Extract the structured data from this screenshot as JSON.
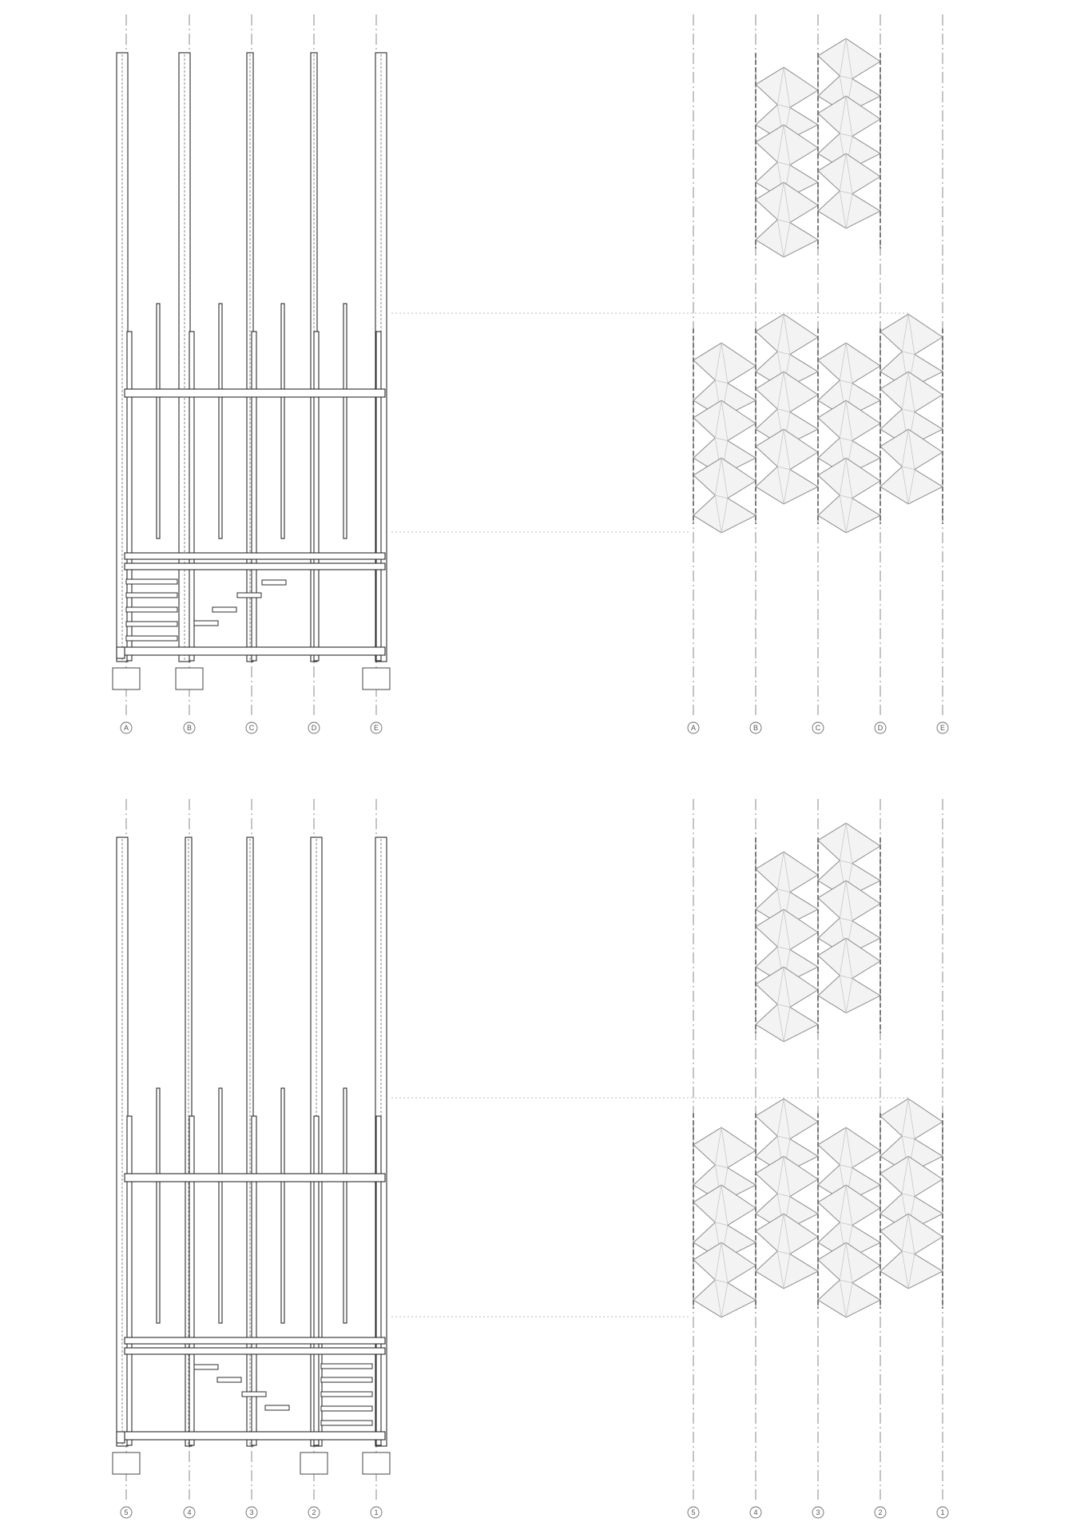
{
  "drawing": {
    "line_color": "#2c2c2c",
    "panel_fill": "#f3f3f3",
    "background": "#ffffff"
  },
  "elevations": [
    {
      "name": "elevation-a-e",
      "left_axis_labels": [
        "A",
        "B",
        "C",
        "D",
        "E"
      ],
      "right_axis_labels": [
        "A",
        "B",
        "C",
        "D",
        "E"
      ]
    },
    {
      "name": "elevation-5-1",
      "left_axis_labels": [
        "5",
        "4",
        "3",
        "2",
        "1"
      ],
      "right_axis_labels": [
        "5",
        "4",
        "3",
        "2",
        "1"
      ]
    }
  ]
}
